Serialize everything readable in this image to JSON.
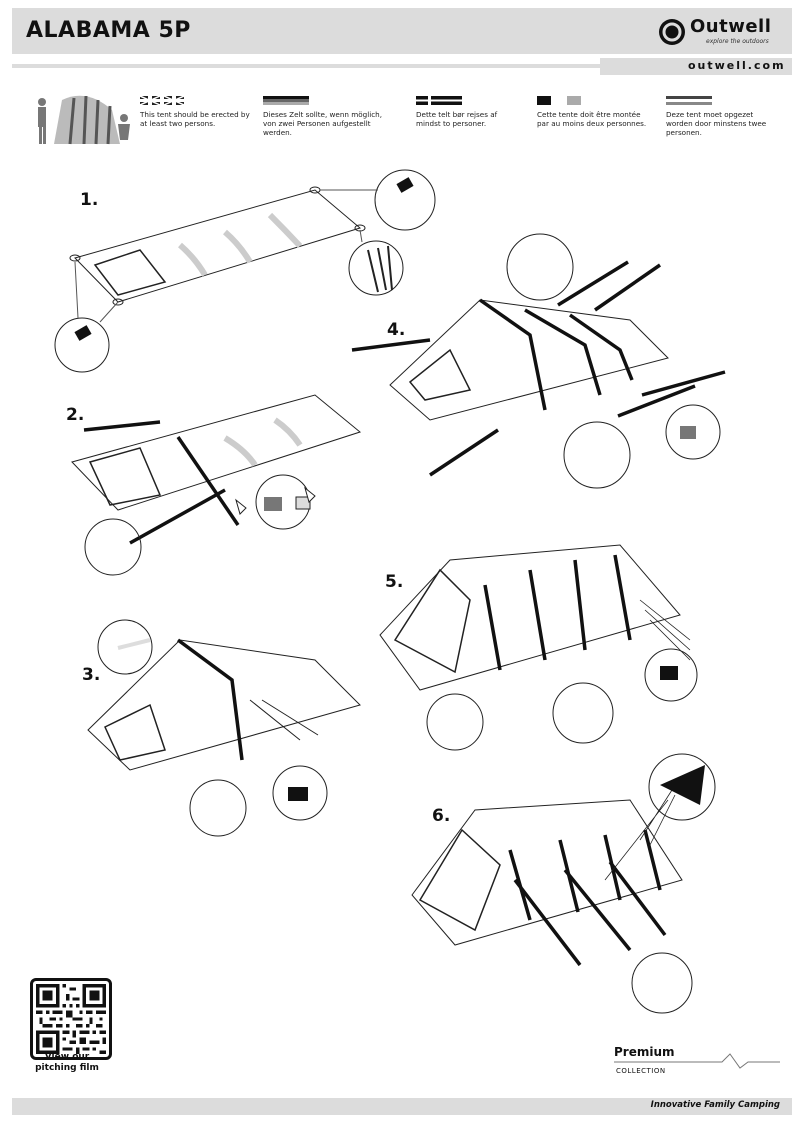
{
  "header": {
    "title": "ALABAMA 5P",
    "brand": "Outwell",
    "brand_tagline": "explore the outdoors",
    "url": "outwell.com"
  },
  "languages": [
    {
      "code": "en",
      "text": "This tent should be erected by at least two persons."
    },
    {
      "code": "de",
      "text": "Dieses Zelt sollte, wenn möglich, von zwei Personen aufgestellt werden."
    },
    {
      "code": "da",
      "text": "Dette telt bør rejses af mindst to personer."
    },
    {
      "code": "fr",
      "text": "Cette tente doit être montée par au moins deux personnes."
    },
    {
      "code": "nl",
      "text": "Deze tent moet opgezet worden door minstens twee personen."
    }
  ],
  "steps": [
    "1.",
    "2.",
    "3.",
    "4.",
    "5.",
    "6."
  ],
  "qr": {
    "caption_line1": "View our",
    "caption_line2": "pitching film"
  },
  "collection": {
    "name": "Premium",
    "sub": "COLLECTION"
  },
  "footer": {
    "tagline": "Innovative Family Camping"
  },
  "colors": {
    "bar": "#dcdcdc",
    "ink": "#111111"
  }
}
